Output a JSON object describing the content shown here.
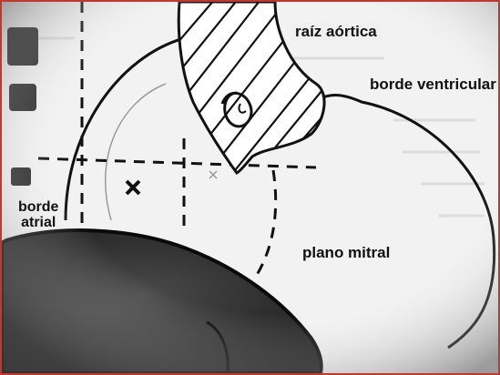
{
  "labels": {
    "aortic_root": "raíz aórtica",
    "ventricular_edge": "borde ventricular",
    "atrial_edge_line1": "borde",
    "atrial_edge_line2": "atrial",
    "mitral_plane": "plano mitral"
  },
  "colors": {
    "frame_border": "#c0392b",
    "ink": "#111111",
    "shadow_mass": "#2e2e2e"
  }
}
